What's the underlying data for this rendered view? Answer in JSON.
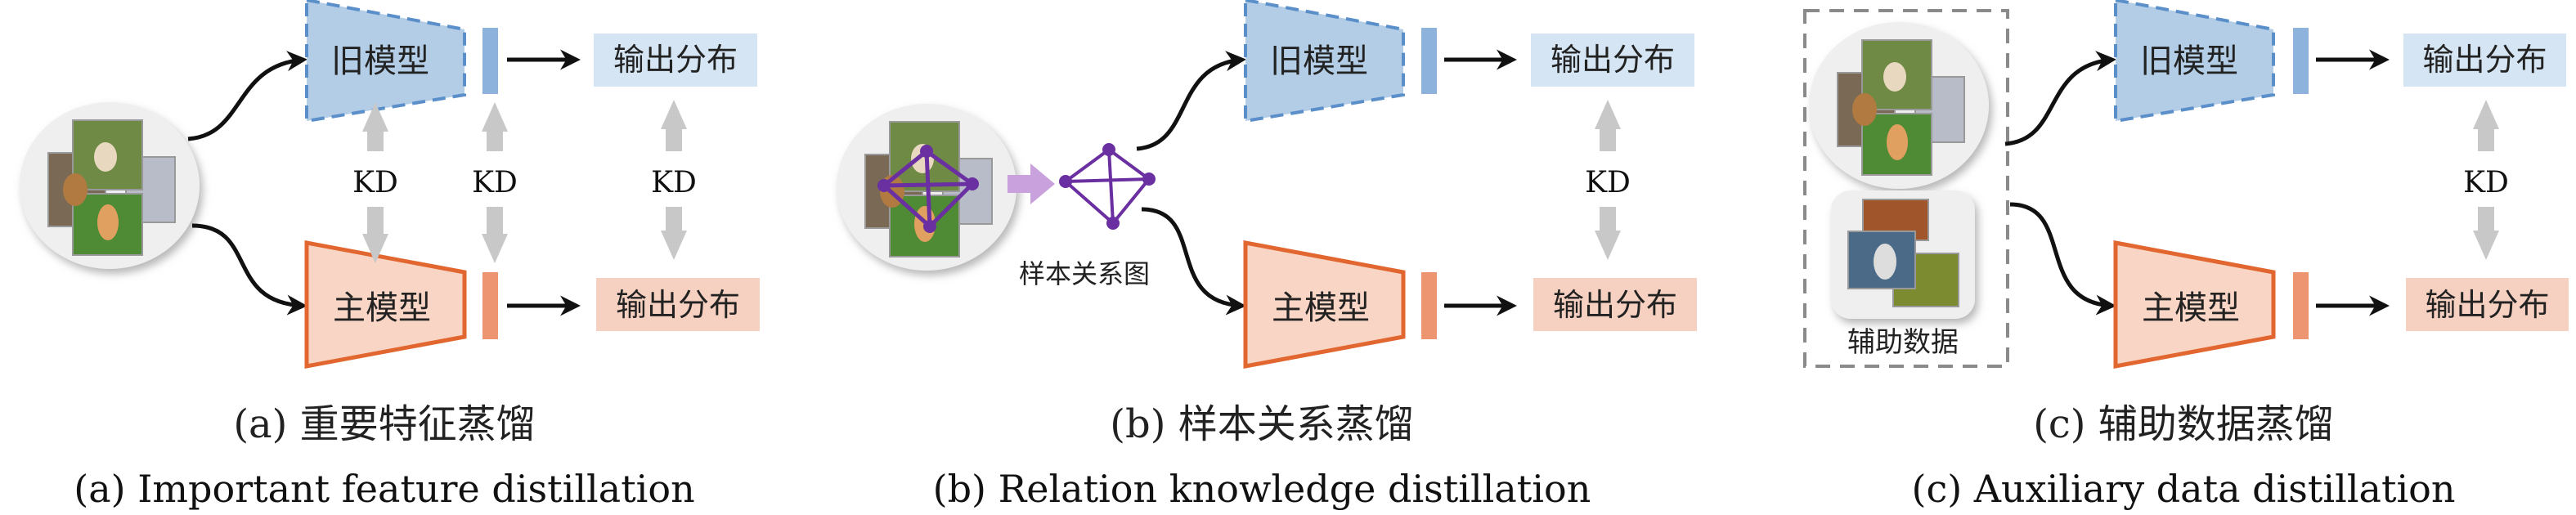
{
  "colors": {
    "old_model_fill": "#b3cde6",
    "old_model_stroke": "#5a8fca",
    "old_feature_bar": "#8db3dc",
    "old_output_fill": "#d5e5f3",
    "main_model_fill": "#f8d5c4",
    "main_model_stroke": "#e2662f",
    "main_feature_bar": "#ec9570",
    "main_output_fill": "#f6d0c1",
    "kd_arrow": "#c8c8c8",
    "relation_graph": "#6a2fa0",
    "relation_arrow": "#c9a1dd",
    "aux_box_stroke": "#8a8a8a"
  },
  "panels": [
    {
      "id": "a",
      "old_model": "旧模型",
      "main_model": "主模型",
      "old_output": "输出分布",
      "main_output": "输出分布",
      "kd_labels": [
        "KD",
        "KD",
        "KD"
      ],
      "caption_zh": "(a) 重要特征蒸馏",
      "caption_en": "(a) Important feature distillation"
    },
    {
      "id": "b",
      "old_model": "旧模型",
      "main_model": "主模型",
      "old_output": "输出分布",
      "main_output": "输出分布",
      "kd_labels": [
        "KD"
      ],
      "graph_label": "样本关系图",
      "caption_zh": "(b) 样本关系蒸馏",
      "caption_en": "(b) Relation knowledge distillation"
    },
    {
      "id": "c",
      "old_model": "旧模型",
      "main_model": "主模型",
      "old_output": "输出分布",
      "main_output": "输出分布",
      "kd_labels": [
        "KD"
      ],
      "aux_label": "辅助数据",
      "caption_zh": "(c) 辅助数据蒸馏",
      "caption_en": "(c) Auxiliary data distillation"
    }
  ]
}
